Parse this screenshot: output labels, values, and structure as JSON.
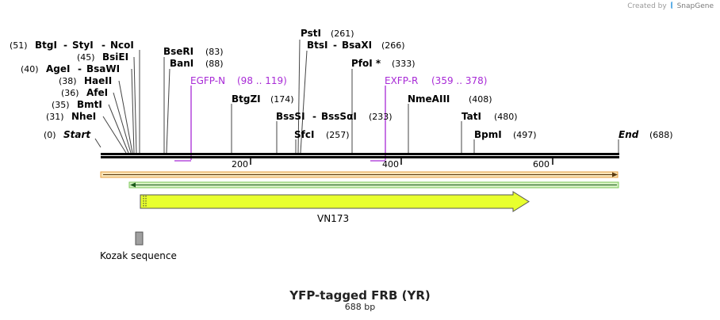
{
  "credit": {
    "prefix": "Created by",
    "brand": "SnapGene",
    "logo_icon": "snapgene-logo-icon"
  },
  "title": "YFP-tagged FRB (YR)",
  "subtitle": "688 bp",
  "sequence_length": 688,
  "ruler_ticks": [
    "200",
    "400",
    "600"
  ],
  "sites": [
    {
      "name": "BtgI",
      "pos": "(51)"
    },
    {
      "name": "StyI",
      "pos": ""
    },
    {
      "name": "NcoI",
      "pos": ""
    },
    {
      "name": "BsiEI",
      "pos": "(45)"
    },
    {
      "name": "AgeI",
      "pos": "(40)"
    },
    {
      "name": "BsaWI",
      "pos": ""
    },
    {
      "name": "HaeII",
      "pos": "(38)"
    },
    {
      "name": "AfeI",
      "pos": "(36)"
    },
    {
      "name": "BmtI",
      "pos": "(35)"
    },
    {
      "name": "NheI",
      "pos": "(31)"
    },
    {
      "name": "Start",
      "pos": "(0)"
    },
    {
      "name": "BseRI",
      "pos": "(83)"
    },
    {
      "name": "BanI",
      "pos": "(88)"
    },
    {
      "name": "BtgZI",
      "pos": "(174)"
    },
    {
      "name": "PstI",
      "pos": "(261)"
    },
    {
      "name": "BtsI",
      "pos": "(266)"
    },
    {
      "name": "BsaXI",
      "pos": ""
    },
    {
      "name": "BssSI",
      "pos": "(233)"
    },
    {
      "name": "BssSαI",
      "pos": ""
    },
    {
      "name": "SfcI",
      "pos": "(257)"
    },
    {
      "name": "PfoI *",
      "pos": "(333)"
    },
    {
      "name": "NmeAIII",
      "pos": "(408)"
    },
    {
      "name": "TatI",
      "pos": "(480)"
    },
    {
      "name": "BpmI",
      "pos": "(497)"
    },
    {
      "name": "End",
      "pos": "(688)"
    }
  ],
  "primers": [
    {
      "name": "EGFP-N",
      "range": "(98 .. 119)",
      "color": "#a82ad6"
    },
    {
      "name": "EXFP-R",
      "range": "(359 .. 378)",
      "color": "#a82ad6"
    }
  ],
  "features": [
    {
      "name": "VN173",
      "color": "#e8ff2e"
    },
    {
      "name": "Kozak sequence",
      "color": "#a0a0a0"
    }
  ],
  "colors": {
    "backbone": "#000000",
    "orange_bar": "#e8a040",
    "green_bar": "#2c8a2c",
    "primer": "#a82ad6"
  }
}
